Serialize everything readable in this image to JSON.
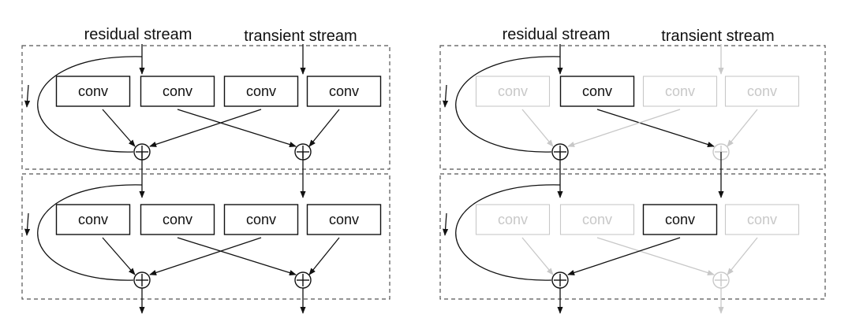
{
  "colors": {
    "active": "#111111",
    "inactive": "#c8c8c8",
    "frame": "#555555"
  },
  "panels": [
    {
      "stream_labels": {
        "residual": "residual stream",
        "transient": "transient stream"
      },
      "blocks": [
        {
          "convs": [
            {
              "label": "conv",
              "active": true
            },
            {
              "label": "conv",
              "active": true
            },
            {
              "label": "conv",
              "active": true
            },
            {
              "label": "conv",
              "active": true
            }
          ],
          "plus": [
            {
              "symbol": "⊕",
              "active": true
            },
            {
              "symbol": "⊕",
              "active": true
            }
          ]
        },
        {
          "convs": [
            {
              "label": "conv",
              "active": true
            },
            {
              "label": "conv",
              "active": true
            },
            {
              "label": "conv",
              "active": true
            },
            {
              "label": "conv",
              "active": true
            }
          ],
          "plus": [
            {
              "symbol": "⊕",
              "active": true
            },
            {
              "symbol": "⊕",
              "active": true
            }
          ]
        }
      ]
    },
    {
      "stream_labels": {
        "residual": "residual stream",
        "transient": "transient stream"
      },
      "blocks": [
        {
          "convs": [
            {
              "label": "conv",
              "active": false
            },
            {
              "label": "conv",
              "active": true
            },
            {
              "label": "conv",
              "active": false
            },
            {
              "label": "conv",
              "active": false
            }
          ],
          "plus": [
            {
              "symbol": "⊕",
              "active": true
            },
            {
              "symbol": "⊕",
              "active": false
            }
          ]
        },
        {
          "convs": [
            {
              "label": "conv",
              "active": false
            },
            {
              "label": "conv",
              "active": false
            },
            {
              "label": "conv",
              "active": true
            },
            {
              "label": "conv",
              "active": false
            }
          ],
          "plus": [
            {
              "symbol": "⊕",
              "active": true
            },
            {
              "symbol": "⊕",
              "active": false
            }
          ]
        }
      ]
    }
  ]
}
